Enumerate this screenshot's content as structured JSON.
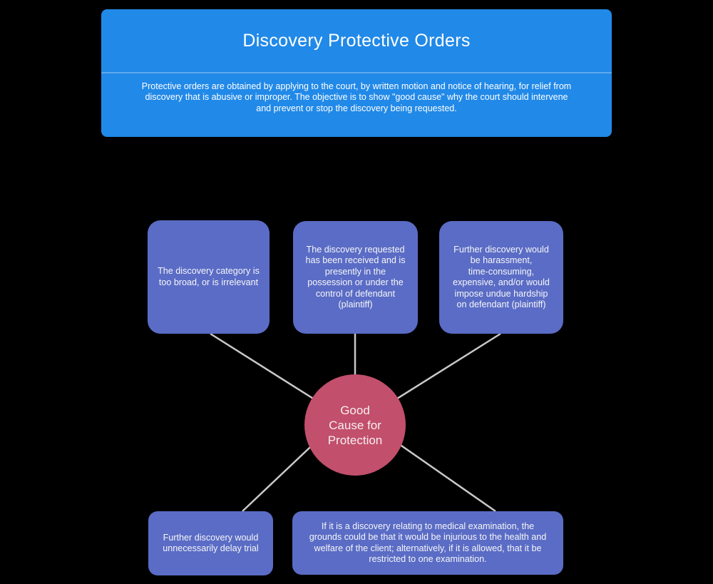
{
  "header": {
    "title": "Discovery Protective Orders",
    "description": "Protective orders are obtained by applying to the court, by written motion and notice of hearing, for relief from\ndiscovery that is abusive or improper.  The objective is to show \"good cause\" why the court should intervene\nand prevent or stop the discovery being requested."
  },
  "center_node": {
    "id": "good-cause",
    "label": "Good\nCause for\nProtection"
  },
  "cause_nodes": [
    {
      "id": "too-broad",
      "text": "The discovery category is\ntoo broad, or is irrelevant"
    },
    {
      "id": "received-possession",
      "text": "The discovery requested\nhas been received and is\npresently in the\npossession or under the\ncontrol of defendant\n(plaintiff)"
    },
    {
      "id": "harassment-hardship",
      "text": "Further discovery would\nbe harassment,\ntime-consuming,\nexpensive, and/or would\nimpose undue hardship\non defendant (plaintiff)"
    },
    {
      "id": "delay-trial",
      "text": "Further discovery would\nunnecessarily delay trial"
    },
    {
      "id": "medical-examination",
      "text": "If it is a discovery relating to medical examination, the\ngrounds could be that it would be injurious to the health and\nwelfare of the client; alternatively, if it is allowed, that it be\nrestricted to one examination."
    }
  ],
  "connections": [
    {
      "from": "good-cause",
      "to": "too-broad"
    },
    {
      "from": "good-cause",
      "to": "received-possession"
    },
    {
      "from": "good-cause",
      "to": "harassment-hardship"
    },
    {
      "from": "good-cause",
      "to": "delay-trial"
    },
    {
      "from": "good-cause",
      "to": "medical-examination"
    }
  ],
  "colors": {
    "background": "#000000",
    "header_blue": "#2189e8",
    "header_divider": "#5fa9ec",
    "node_blue": "#5a6cc5",
    "center_pink": "#c24f6b",
    "connector_gray": "#c9c9c9",
    "text_white": "#ffffff"
  }
}
